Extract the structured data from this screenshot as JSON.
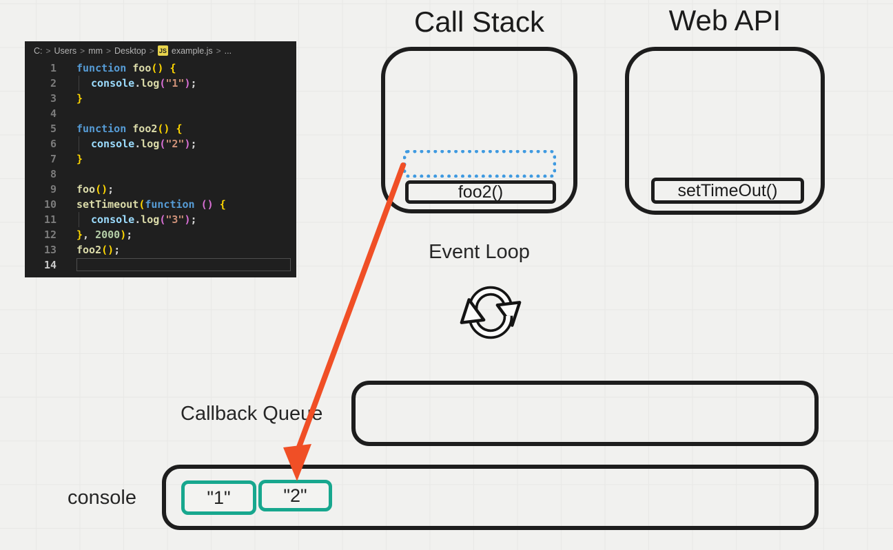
{
  "colors": {
    "arrow": "#f04f26",
    "teal": "#17a78e",
    "blue_dotted": "#3f9ae0",
    "ink": "#1d1d1d",
    "editor_bg": "#1f1f1f"
  },
  "titles": {
    "call_stack": "Call Stack",
    "web_api": "Web API",
    "event_loop": "Event Loop",
    "callback_queue": "Callback Queue",
    "console": "console"
  },
  "boxes": {
    "call_stack_item": "foo2()",
    "web_api_item": "setTimeOut()",
    "console_items": [
      "\"1\"",
      "\"2\""
    ]
  },
  "editor": {
    "breadcrumb": {
      "segments": [
        "C:",
        "Users",
        "mm",
        "Desktop"
      ],
      "separator": ">",
      "file_badge": "JS",
      "file": "example.js",
      "trail": "..."
    },
    "token_colors": {
      "kw": "#569cd6",
      "fn": "#dcdcaa",
      "var": "#9cdcfe",
      "str": "#ce9178",
      "num": "#b5cea8",
      "pl": "#d4d4d4",
      "b1": "#ffd700",
      "b2": "#da70d6"
    },
    "lines": [
      {
        "n": "1",
        "guide": false,
        "cursor": false,
        "tokens": [
          [
            "function ",
            "kw"
          ],
          [
            "foo",
            "fn"
          ],
          [
            "() {",
            "b1"
          ]
        ]
      },
      {
        "n": "2",
        "guide": true,
        "cursor": false,
        "tokens": [
          [
            "console",
            "var"
          ],
          [
            ".",
            "pl"
          ],
          [
            "log",
            "fn"
          ],
          [
            "(",
            "b2"
          ],
          [
            "\"1\"",
            "str"
          ],
          [
            ")",
            "b2"
          ],
          [
            ";",
            "pl"
          ]
        ]
      },
      {
        "n": "3",
        "guide": false,
        "cursor": false,
        "tokens": [
          [
            "}",
            "b1"
          ]
        ]
      },
      {
        "n": "4",
        "guide": false,
        "cursor": false,
        "tokens": []
      },
      {
        "n": "5",
        "guide": false,
        "cursor": false,
        "tokens": [
          [
            "function ",
            "kw"
          ],
          [
            "foo2",
            "fn"
          ],
          [
            "() {",
            "b1"
          ]
        ]
      },
      {
        "n": "6",
        "guide": true,
        "cursor": false,
        "tokens": [
          [
            "console",
            "var"
          ],
          [
            ".",
            "pl"
          ],
          [
            "log",
            "fn"
          ],
          [
            "(",
            "b2"
          ],
          [
            "\"2\"",
            "str"
          ],
          [
            ")",
            "b2"
          ],
          [
            ";",
            "pl"
          ]
        ]
      },
      {
        "n": "7",
        "guide": false,
        "cursor": false,
        "tokens": [
          [
            "}",
            "b1"
          ]
        ]
      },
      {
        "n": "8",
        "guide": false,
        "cursor": false,
        "tokens": []
      },
      {
        "n": "9",
        "guide": false,
        "cursor": false,
        "tokens": [
          [
            "foo",
            "fn"
          ],
          [
            "()",
            "b1"
          ],
          [
            ";",
            "pl"
          ]
        ]
      },
      {
        "n": "10",
        "guide": false,
        "cursor": false,
        "tokens": [
          [
            "setTimeout",
            "fn"
          ],
          [
            "(",
            "b1"
          ],
          [
            "function ",
            "kw"
          ],
          [
            "()",
            "b2"
          ],
          [
            " {",
            "b1"
          ]
        ]
      },
      {
        "n": "11",
        "guide": true,
        "cursor": false,
        "tokens": [
          [
            "console",
            "var"
          ],
          [
            ".",
            "pl"
          ],
          [
            "log",
            "fn"
          ],
          [
            "(",
            "b2"
          ],
          [
            "\"3\"",
            "str"
          ],
          [
            ")",
            "b2"
          ],
          [
            ";",
            "pl"
          ]
        ]
      },
      {
        "n": "12",
        "guide": false,
        "cursor": false,
        "tokens": [
          [
            "}",
            "b1"
          ],
          [
            ", ",
            "pl"
          ],
          [
            "2000",
            "num"
          ],
          [
            ")",
            "b1"
          ],
          [
            ";",
            "pl"
          ]
        ]
      },
      {
        "n": "13",
        "guide": false,
        "cursor": false,
        "tokens": [
          [
            "foo2",
            "fn"
          ],
          [
            "()",
            "b1"
          ],
          [
            ";",
            "pl"
          ]
        ]
      },
      {
        "n": "14",
        "guide": false,
        "cursor": true,
        "tokens": []
      }
    ]
  }
}
